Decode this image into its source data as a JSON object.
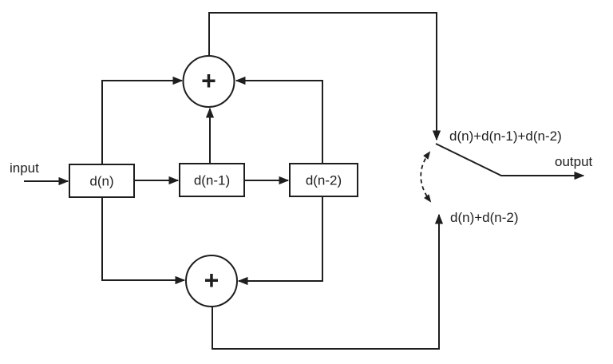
{
  "diagram": {
    "input_label": "input",
    "output_label": "output",
    "blocks": [
      {
        "label": "d(n)"
      },
      {
        "label": "d(n-1)"
      },
      {
        "label": "d(n-2)"
      }
    ],
    "adder_symbol": "+",
    "switch_labels": {
      "top": "d(n)+d(n-1)+d(n-2)",
      "bottom": "d(n)+d(n-2)"
    },
    "colors": {
      "line": "#1e1e1e",
      "text": "#1f1f1f",
      "background": "#ffffff"
    }
  }
}
